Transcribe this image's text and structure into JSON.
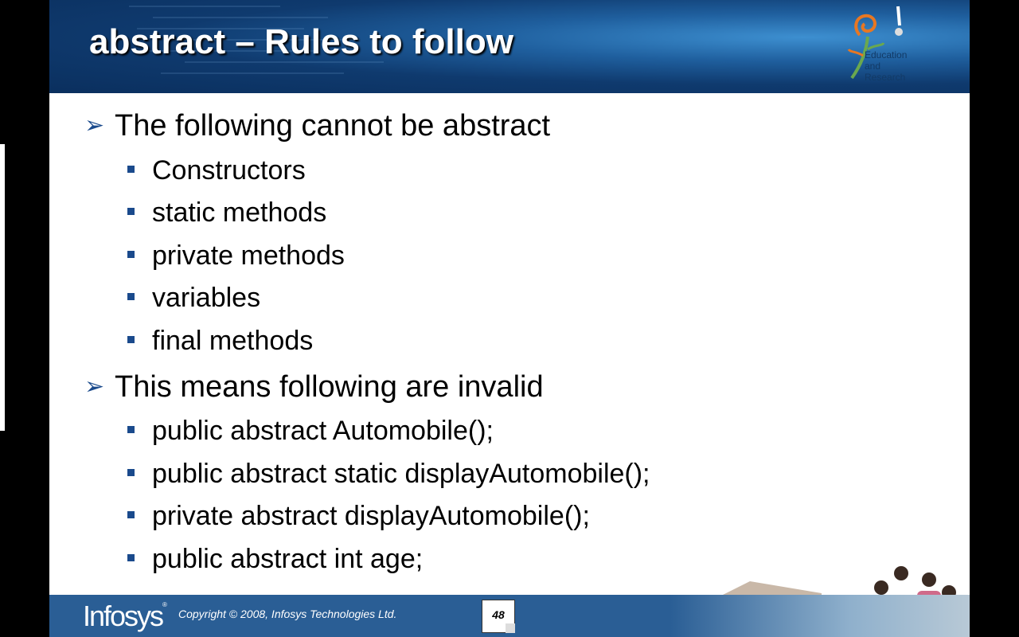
{
  "slide": {
    "title": "abstract – Rules to follow",
    "logo": {
      "lines": [
        "Education",
        "and",
        "Research"
      ]
    },
    "bullets": [
      {
        "text": "The following cannot be abstract",
        "items": [
          "Constructors",
          "static methods",
          "private methods",
          "variables",
          "final methods"
        ]
      },
      {
        "text": "This means following are invalid",
        "items": [
          "public abstract Automobile();",
          "public abstract static displayAutomobile();",
          "private abstract displayAutomobile();",
          "public abstract int age;"
        ]
      }
    ]
  },
  "footer": {
    "brand": "Infosys",
    "brand_mark": "®",
    "copyright": "Copyright © 2008, Infosys Technologies Ltd.",
    "page_number": "48"
  },
  "colors": {
    "header_dark": "#0a2f5e",
    "header_light": "#3d8fd0",
    "bullet_accent": "#1a4a8c",
    "footer_bg": "#2a5e95",
    "logo_orange": "#e87722",
    "logo_green": "#6aa84f"
  }
}
